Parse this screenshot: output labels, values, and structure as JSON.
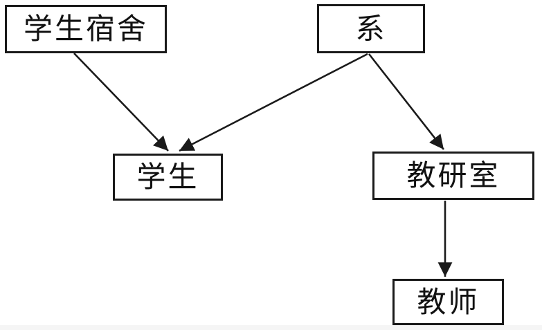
{
  "diagram": {
    "title": "hierarchy-diagram",
    "nodes": [
      {
        "id": "dormitory",
        "label": "学生宿舍"
      },
      {
        "id": "department",
        "label": "系"
      },
      {
        "id": "student",
        "label": "学生"
      },
      {
        "id": "research-office",
        "label": "教研室"
      },
      {
        "id": "teacher",
        "label": "教师"
      }
    ],
    "edges": [
      {
        "from": "学生宿舍",
        "to": "学生"
      },
      {
        "from": "系",
        "to": "学生"
      },
      {
        "from": "系",
        "to": "教研室"
      },
      {
        "from": "教研室",
        "to": "教师"
      }
    ],
    "colors": {
      "line": "#1a1a1a",
      "box_border": "#1a1a1a",
      "text": "#111111",
      "background": "#ffffff",
      "bottom_strip": "#f5f5f5"
    }
  }
}
